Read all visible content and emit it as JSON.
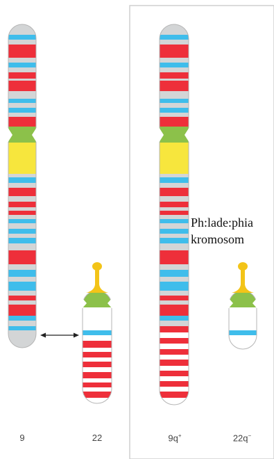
{
  "colors": {
    "red": "#ee2f3a",
    "blue": "#3fbdeb",
    "gray": "#d3d5d6",
    "white": "#ffffff",
    "green": "#8cc14a",
    "yellow": "#f7e63d",
    "satellite": "#f3c418",
    "outline": "#b5b5b5",
    "panel_border": "#cfcfcf",
    "arrow": "#222222"
  },
  "annotation": {
    "line1": "Ph:lade:phia",
    "line2": "kromosom"
  },
  "labels": {
    "chr9": "9",
    "chr22": "22",
    "chr9q_base": "9q",
    "chr9q_sup": "+",
    "chr22q_base": "22q",
    "chr22q_sup": "−"
  },
  "arrow": {
    "meaning": "translocation between chromosome 9 and 22"
  }
}
